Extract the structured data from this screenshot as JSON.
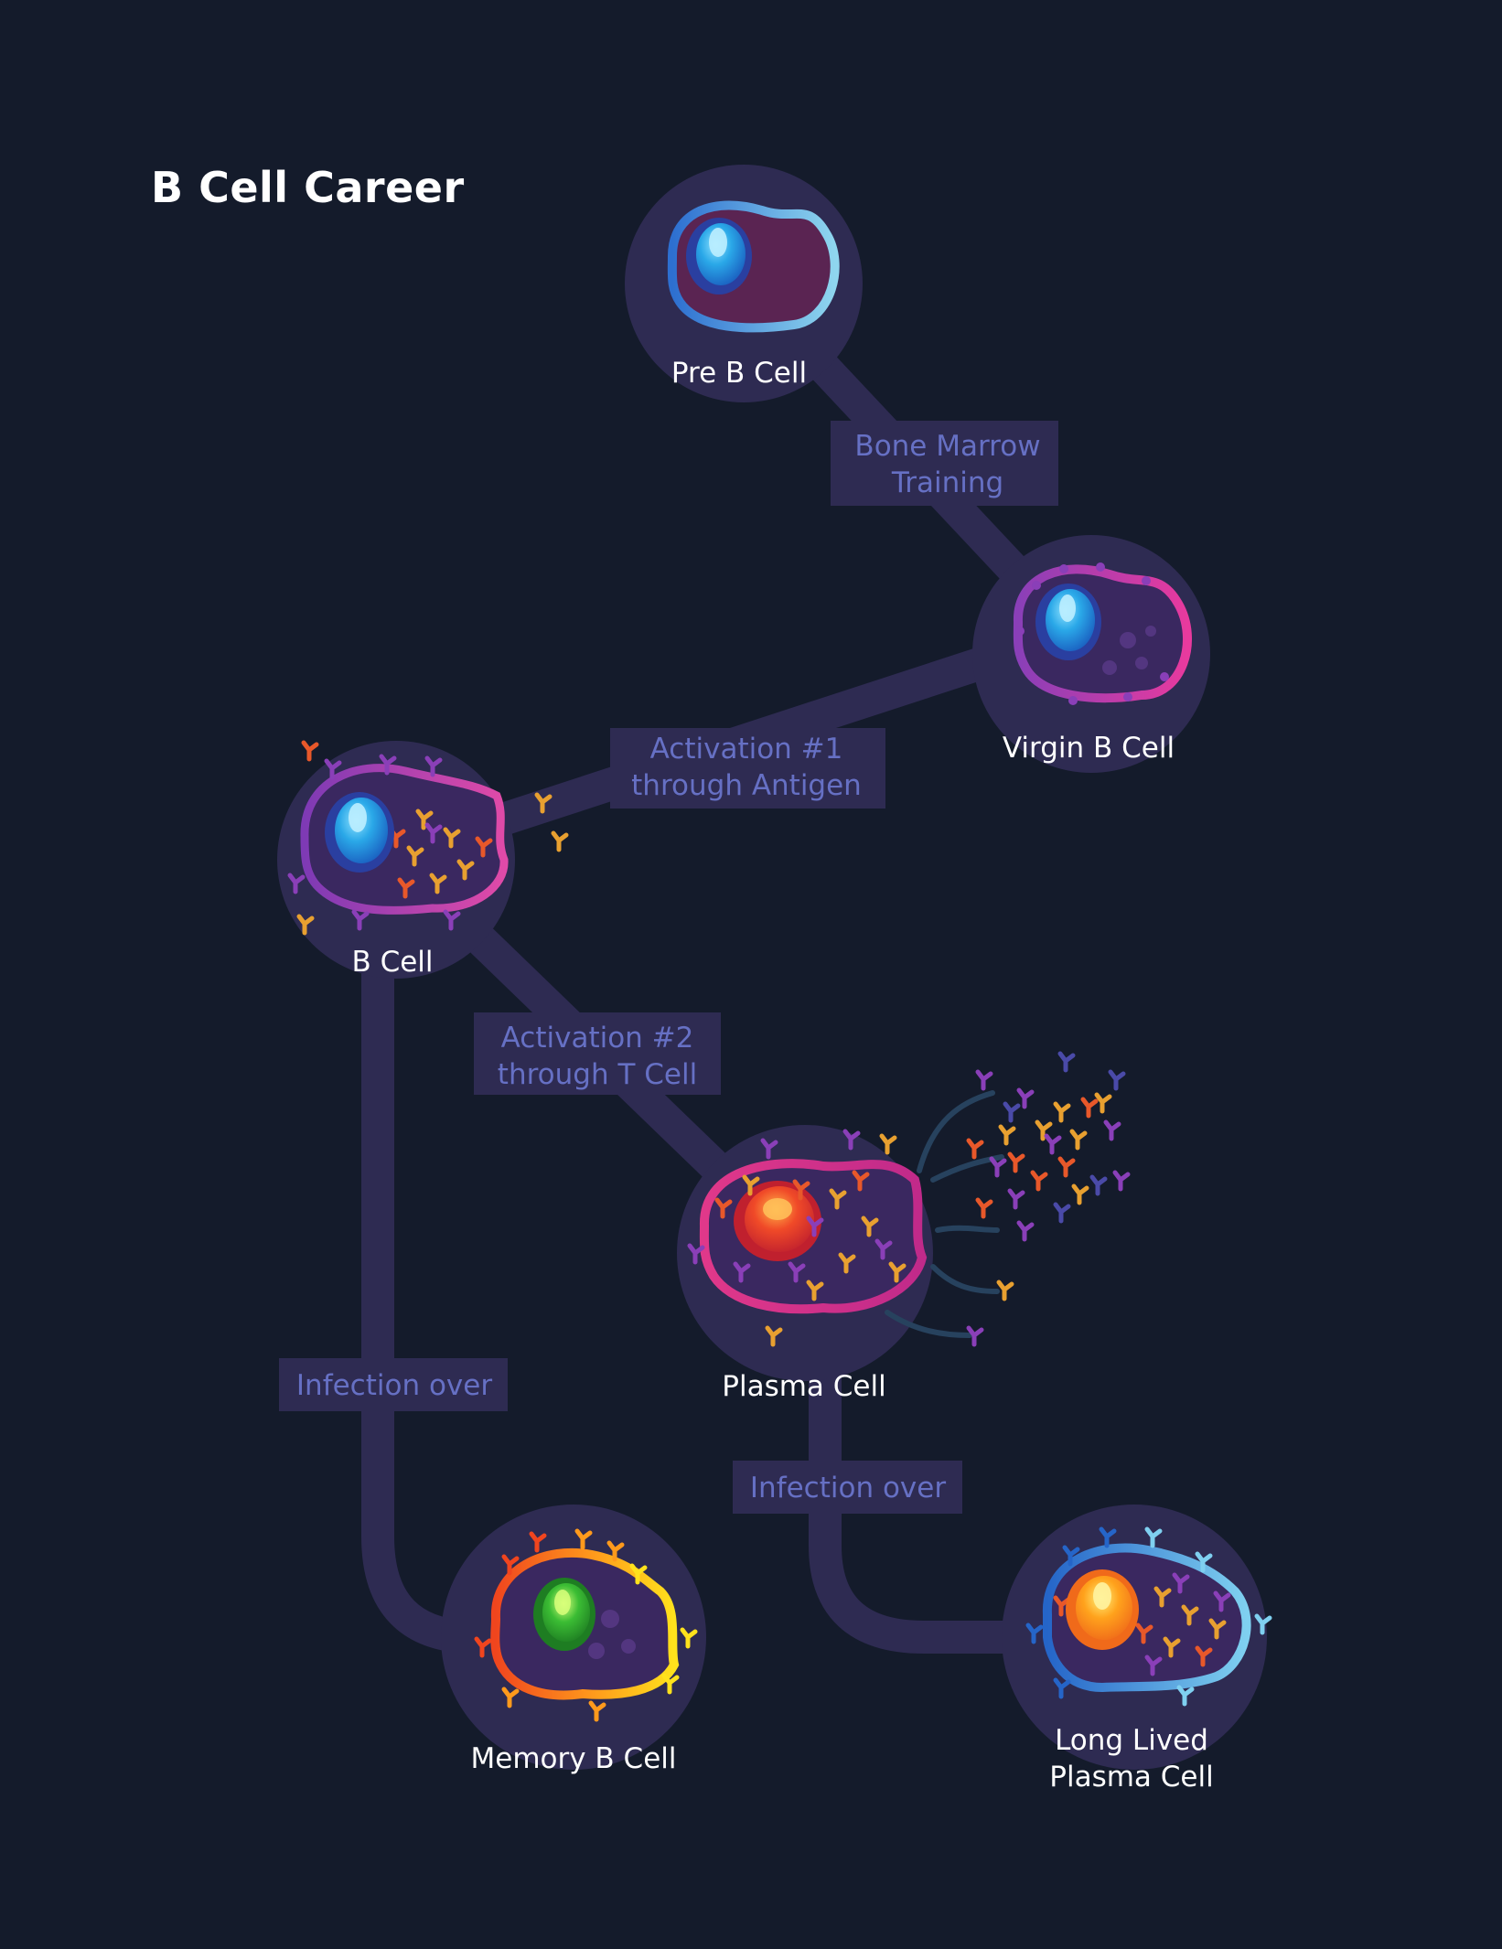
{
  "title": "B Cell Career",
  "colors": {
    "background": "#141b2b",
    "path": "#2e2b52",
    "node": "#2e2b52",
    "label_box": "#2e2b52",
    "step_text": "#6670c4",
    "cell_text": "#ffffff"
  },
  "cells": {
    "pre_b": {
      "label": "Pre B Cell"
    },
    "virgin_b": {
      "label": "Virgin B Cell"
    },
    "b_cell": {
      "label": "B Cell"
    },
    "plasma": {
      "label": "Plasma Cell"
    },
    "memory_b": {
      "label": "Memory B Cell"
    },
    "long_lived": {
      "label_line1": "Long Lived",
      "label_line2": "Plasma Cell"
    }
  },
  "steps": {
    "bone_marrow": {
      "line1": "Bone Marrow",
      "line2": "Training"
    },
    "activation_1": {
      "line1": "Activation #1",
      "line2": "through Antigen"
    },
    "activation_2": {
      "line1": "Activation #2",
      "line2": "through T Cell"
    },
    "infection_over_left": {
      "line1": "Infection over"
    },
    "infection_over_right": {
      "line1": "Infection over"
    }
  }
}
